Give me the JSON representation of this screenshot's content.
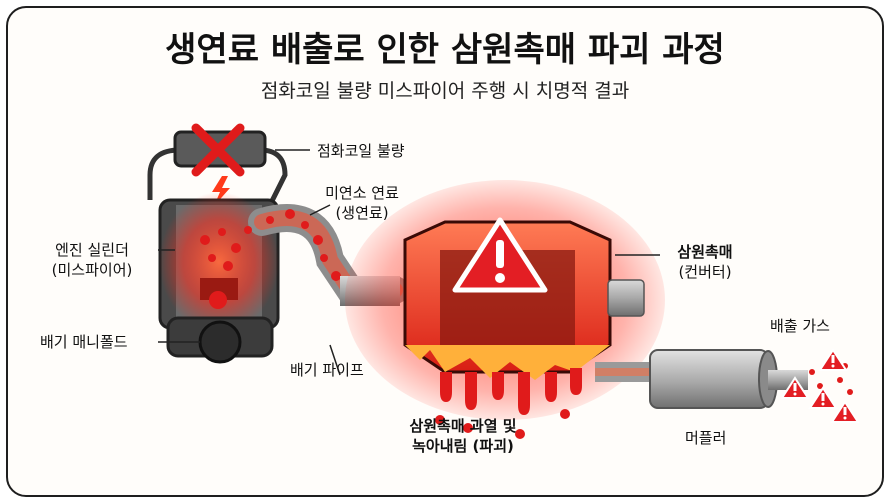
{
  "title": "생연료 배출로 인한 삼원촉매 파괴 과정",
  "subtitle": "점화코일 불량 미스파이어 주행 시 치명적 결과",
  "labels": {
    "ignition_coil": "점화코일 불량",
    "unburned_fuel_1": "미연소 연료",
    "unburned_fuel_2": "(생연료)",
    "cylinder_1": "엔진 실린더",
    "cylinder_2": "(미스파이어)",
    "exhaust_manifold": "배기 매니폴드",
    "exhaust_pipe": "배기 파이프",
    "catalyst_1": "삼원촉매",
    "catalyst_2": "(컨버터)",
    "exhaust_gas": "배출 가스",
    "meltdown_1": "삼원촉매 과열 및",
    "meltdown_2": "녹아내림 (파괴)",
    "muffler": "머플러"
  },
  "colors": {
    "danger": "#e01b1b",
    "glow": "#ff4a2a",
    "metal_dark": "#4a4a4a",
    "metal_light": "#b9b9b9",
    "warning_fill": "#e31e24"
  },
  "icons": {
    "coil_fault": "x-mark-icon",
    "spark": "lightning-icon",
    "catalyst_alert": "warning-triangle-icon",
    "gas_alert": "warning-triangle-icon"
  }
}
